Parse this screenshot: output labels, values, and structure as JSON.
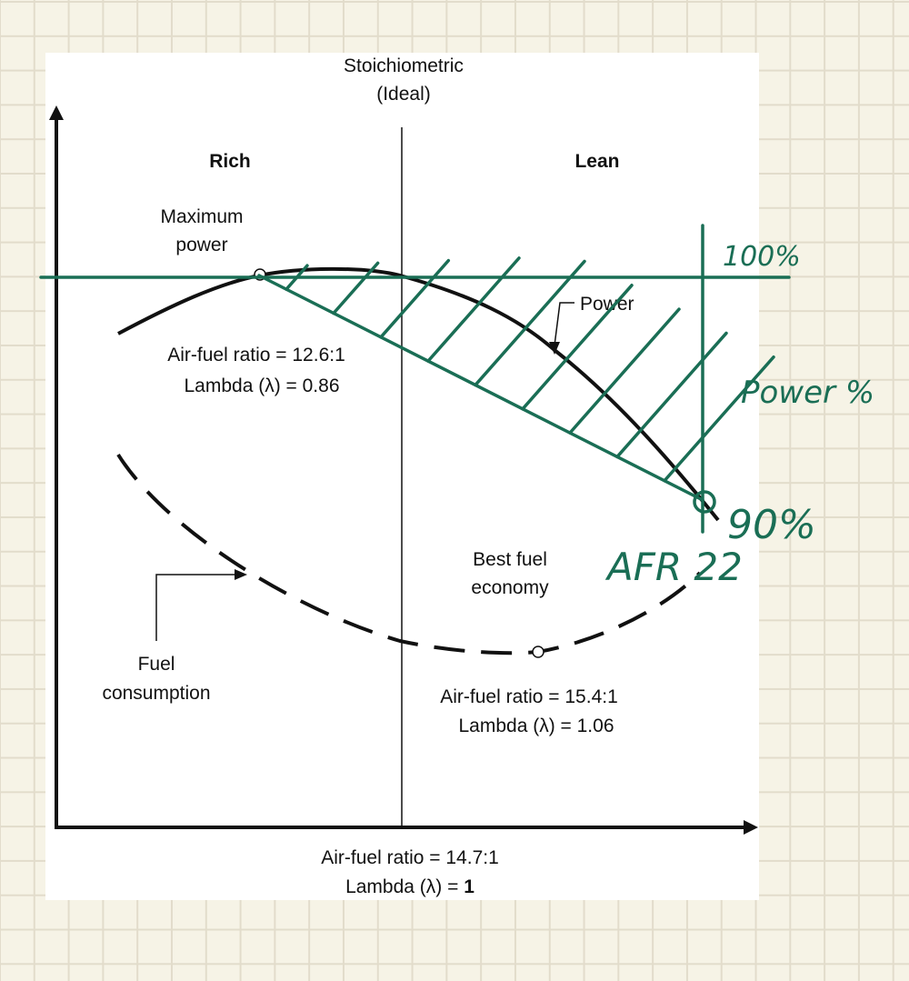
{
  "diagram": {
    "top_label": [
      "Stoichiometric",
      "(Ideal)"
    ],
    "region_left": "Rich",
    "region_right": "Lean",
    "max_power": {
      "title": [
        "Maximum",
        "power"
      ],
      "afr": "Air-fuel ratio = 12.6:1",
      "lambda": "Lambda (λ) = 0.86"
    },
    "power_curve_label": "Power",
    "best_economy": {
      "title": [
        "Best fuel",
        "economy"
      ],
      "afr": "Air-fuel ratio = 15.4:1",
      "lambda": "Lambda (λ) = 1.06"
    },
    "fuel_label": [
      "Fuel",
      "consumption"
    ],
    "stoich_bottom": {
      "afr": "Air-fuel ratio = 14.7:1",
      "lambda_prefix": "Lambda (λ) = ",
      "lambda_value": "1"
    }
  },
  "annotations": {
    "top_percent": "100%",
    "axis_label": "Power %",
    "bottom_percent": "90%",
    "afr_note": "AFR 22",
    "color": "#1a6e55"
  }
}
